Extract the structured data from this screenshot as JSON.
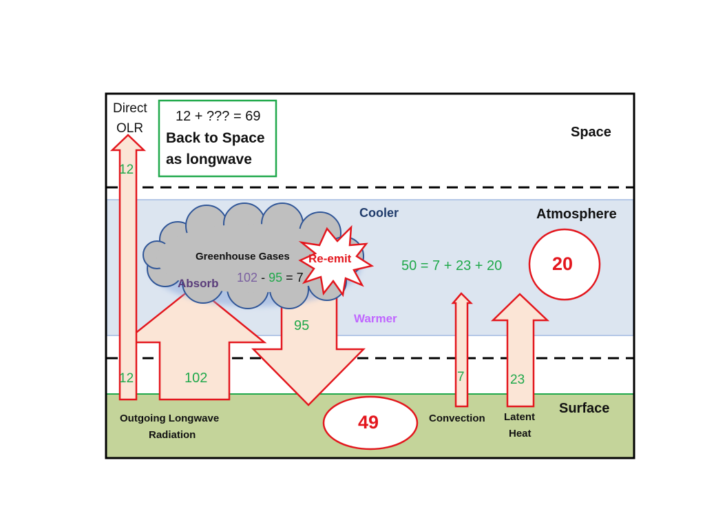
{
  "colors": {
    "atmosphere_band": "#dce5f0",
    "surface_band": "#c4d49a",
    "arrow_fill": "#fbe5d6",
    "arrow_stroke": "#e3161d",
    "cloud_fill": "#bfbfbf",
    "cloud_stroke": "#2f5597",
    "number_green": "#1fa84a",
    "title_navy": "#1f3b6b",
    "warmer_violet": "#c066ff"
  },
  "zones": {
    "space": "Space",
    "atmosphere": "Atmosphere",
    "surface": "Surface",
    "cooler": "Cooler",
    "warmer": "Warmer"
  },
  "olr_box": {
    "equation": "12 + ??? = 69",
    "line1": "Back to Space",
    "line2": "as longwave"
  },
  "direct_olr": {
    "line1": "Direct",
    "line2": "OLR",
    "value_top": "12",
    "value_bottom": "12"
  },
  "cloud": {
    "title": "Greenhouse Gases",
    "absorb": "Absorb",
    "reemit": "Re-emit",
    "eq_a": "102",
    "eq_minus": "-",
    "eq_b": "95",
    "eq_rest": "= 7"
  },
  "flows": {
    "outgoing_value": "102",
    "back_radiation_value": "95",
    "convection_value": "7",
    "latent_value": "23"
  },
  "atmosphere_equation": "50 = 7 + 23 + 20",
  "circles": {
    "atmosphere_value": "20",
    "surface_value": "49"
  },
  "labels": {
    "outgoing_line1": "Outgoing Longwave",
    "outgoing_line2": "Radiation",
    "convection": "Convection",
    "latent_line1": "Latent",
    "latent_line2": "Heat"
  }
}
